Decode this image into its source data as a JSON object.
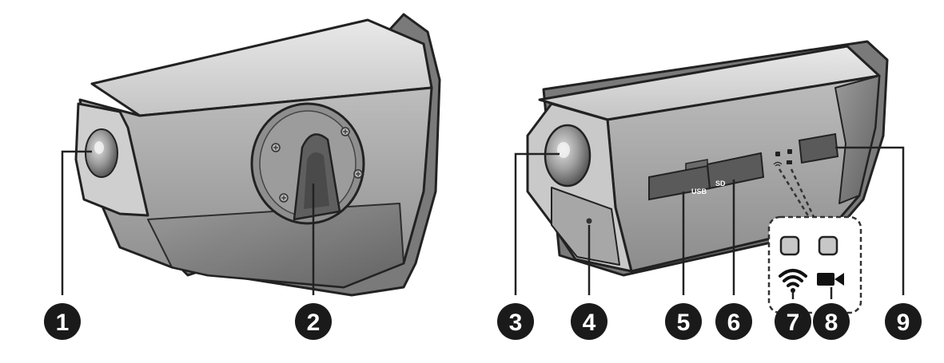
{
  "callouts": [
    {
      "label": "1"
    },
    {
      "label": "2"
    },
    {
      "label": "3"
    },
    {
      "label": "4"
    },
    {
      "label": "5"
    },
    {
      "label": "6"
    },
    {
      "label": "7"
    },
    {
      "label": "8"
    },
    {
      "label": "9"
    }
  ],
  "ports": {
    "usb_label": "USB",
    "sd_label": "SD"
  },
  "icons": {
    "wifi": "wifi-icon",
    "camera": "video-camera-icon"
  },
  "colors": {
    "body_light": "#d6d6d6",
    "body_mid": "#a9a9a9",
    "body_dark": "#6f6f6f",
    "outline": "#222222",
    "badge": "#1a1a1a",
    "dashed_line": "#333333"
  }
}
